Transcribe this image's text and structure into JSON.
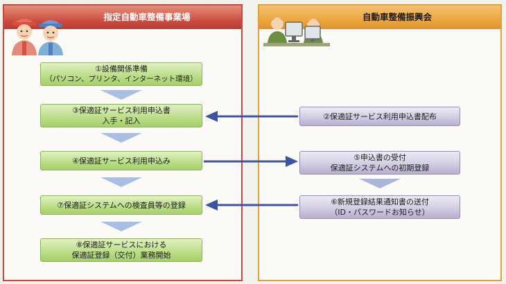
{
  "left_header": "指定自動車整備事業場",
  "right_header": "自動車整備振興会",
  "steps": {
    "s1": [
      "①設備関係準備",
      "（パソコン、プリンタ、インターネット環境）"
    ],
    "s3": [
      "③保適証サービス利用申込書",
      "入手・記入"
    ],
    "s4": [
      "④保適証サービス利用申込み"
    ],
    "s7": [
      "⑦保適証システムへの検査員等の登録"
    ],
    "s8": [
      "⑧保適証サービスにおける",
      "保適証登録（交付）業務開始"
    ],
    "s2": [
      "②保適証サービス利用申込書配布"
    ],
    "s5": [
      "⑤申込書の受付",
      "保適証システムへの初期登録"
    ],
    "s6": [
      "⑥新規登録結果通知書の送付",
      "（ID・パスワードお知らせ）"
    ]
  },
  "colors": {
    "left_border": "#c9483e",
    "right_border": "#e0a23c",
    "arrow": "#3b55a0"
  },
  "icons": {
    "left": "mechanics-icon",
    "right": "office-workers-icon"
  }
}
